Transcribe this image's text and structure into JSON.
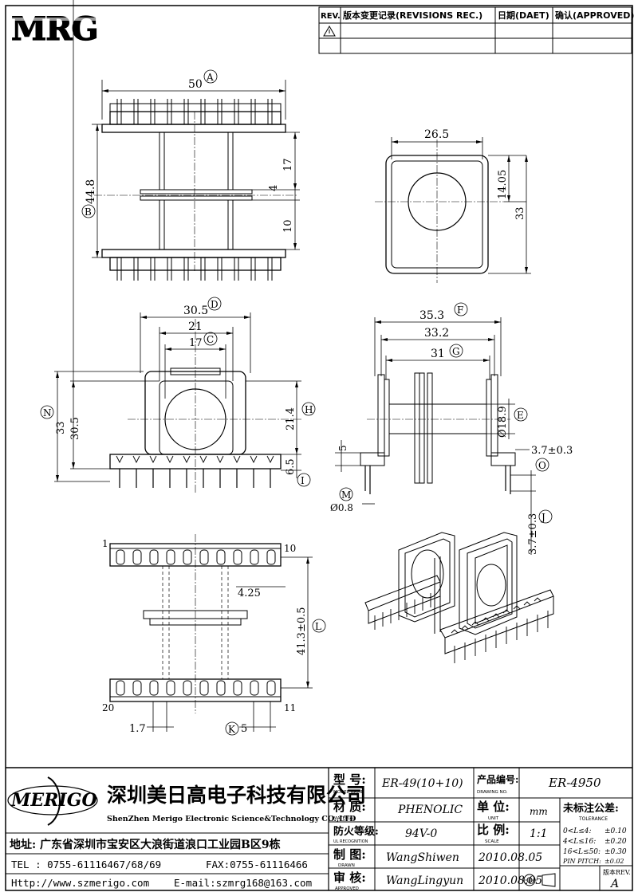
{
  "logo": {
    "text": "MRG"
  },
  "revisions": {
    "headers": [
      "REV.",
      "版本变更记录(REVISIONS REC.)",
      "日期(DAET)",
      "确认(APPROVED)"
    ]
  },
  "dimensions": {
    "top_view": {
      "width": "50",
      "height": "44.8",
      "d1": "17",
      "d2": "4",
      "d3": "10"
    },
    "side_view": {
      "width": "26.5",
      "offset": "14.05",
      "height": "33"
    },
    "front_view": {
      "d_d": "30.5",
      "d_21": "21",
      "d_c": "17",
      "h_n": "33",
      "h_305": "30.5",
      "h_h": "21.4",
      "h_i": "6.5"
    },
    "section_view": {
      "d_f": "35.3",
      "d_g1": "33.2",
      "d_g": "31",
      "dia_e": "Ø18.9",
      "d_5": "5",
      "d_o": "3.7±0.3",
      "pin": "Ø0.8",
      "d_j": "3.7±0.3"
    },
    "bottom_view": {
      "pin_first": "1",
      "pin_10": "10",
      "pin_20": "20",
      "pin_11": "11",
      "d_425": "4.25",
      "d_l": "41.3±0.5",
      "pitch": "1.7",
      "d_5": "5"
    }
  },
  "labels": {
    "a": "A",
    "b": "B",
    "c": "C",
    "d": "D",
    "e": "E",
    "f": "F",
    "g": "G",
    "h": "H",
    "i": "I",
    "j": "J",
    "k": "K",
    "l": "L",
    "m": "M",
    "n": "N",
    "o": "O"
  },
  "title_block": {
    "brand": "MERIGO",
    "company_cn": "深圳美日高电子科技有限公司",
    "company_en": "ShenZhen Merigo Electronic Science&Technology CO.,LTD",
    "address": "地址: 广东省深圳市宝安区大浪街道浪口工业园B区9栋",
    "tel": "TEL : 0755-61116467/68/69",
    "fax": "FAX:0755-61116466",
    "web": "Http://www.szmerigo.com",
    "email": "E-mail:szmrg168@163.com",
    "model_label": "型 号:",
    "model_sub": "MODEL NAME",
    "model_value": "ER-49(10+10)",
    "drawing_no_label": "产品编号:",
    "drawing_no_sub": "DRAWING NO.",
    "drawing_no_value": "ER-4950",
    "material_label": "材 质:",
    "material_sub": "MATERIAL",
    "material_value": "PHENOLIC",
    "unit_label": "单 位:",
    "unit_sub": "UNIT",
    "unit_value": "mm",
    "flame_label": "防火等级:",
    "flame_sub": "UL RECOGNITION",
    "flame_value": "94V-0",
    "scale_label": "比 例:",
    "scale_sub": "SCALE",
    "scale_value": "1:1",
    "drawn_label": "制 图:",
    "drawn_sub": "DRAWN",
    "drawn_value": "WangShiwen",
    "drawn_date": "2010.08.05",
    "approved_label": "审 核:",
    "approved_sub": "APPROVED",
    "approved_value": "WangLingyun",
    "approved_date": "2010.08.05",
    "tolerance_title": "未标注公差:",
    "tolerance_sub": "TOLERANCE",
    "tolerance_rows": [
      [
        "0<L≤4:",
        "±0.10"
      ],
      [
        "4<L≤16:",
        "±0.20"
      ],
      [
        "16<L≤50:",
        "±0.30"
      ],
      [
        "PIN PITCH:",
        "±0.02"
      ]
    ],
    "version_label": "版本REV.",
    "version_value": "A"
  }
}
